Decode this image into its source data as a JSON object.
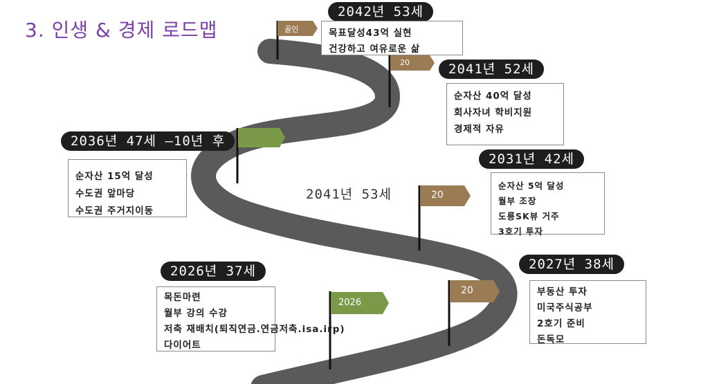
{
  "title": "3. 인생 & 경제 로드맵",
  "flags": {
    "goal": "골인",
    "f1": "20",
    "f2": "20",
    "f3": "20",
    "f4": "2026"
  },
  "milestones": [
    {
      "heading": "2042년 53세",
      "lines": [
        "목표달성43억 실현",
        "건강하고 여유로운 삶"
      ]
    },
    {
      "heading": "2041년 52세",
      "lines": [
        "순자산 40억 달성",
        "회사자녀 학비지원",
        "경제적 자유"
      ]
    },
    {
      "heading": "2036년 47세 —10년 후",
      "lines": [
        "순자산 15억 달성",
        "수도권 앞마당",
        "수도권 주거지이동"
      ]
    },
    {
      "heading": "2031년 42세",
      "lines": [
        "순자산 5억 달성",
        "월부 조장",
        "도룡SK뷰 거주",
        "3호기 투자"
      ]
    },
    {
      "heading": "2026년 37세",
      "lines": [
        "목돈마련",
        "월부 강의 수강",
        "저축 재배치(퇴직연금.연금저축.isa.irp)",
        "다이어트"
      ]
    },
    {
      "heading": "2027년 38세",
      "lines": [
        "부동산 투자",
        "미국주식공부",
        "2호기 준비",
        "돈독모"
      ]
    }
  ],
  "road_label": "2041년 53세",
  "colors": {
    "title": "#7a3fa8",
    "road": "#555555",
    "flag_brown": "#9b7b54",
    "flag_green": "#7a9a4a",
    "pill": "#1e1e1e"
  }
}
